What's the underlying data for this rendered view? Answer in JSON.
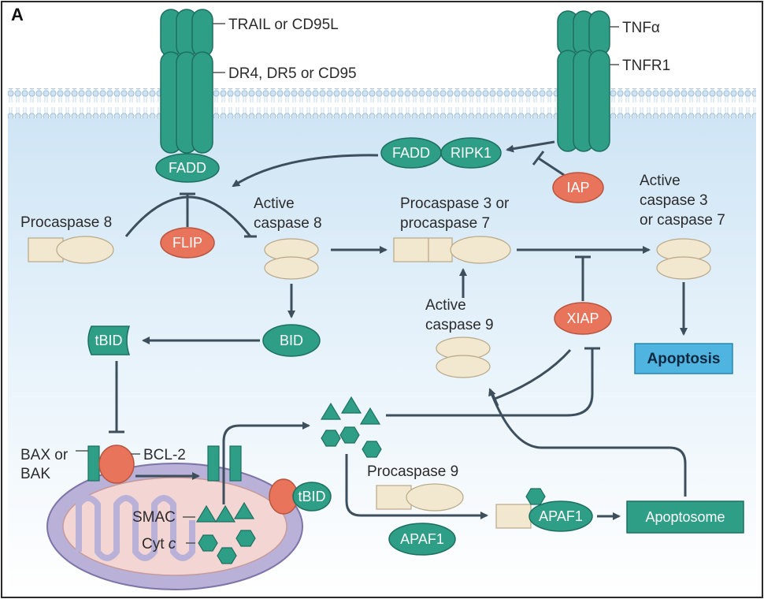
{
  "panel_label": "A",
  "ligands": {
    "left_ligand": "TRAIL or CD95L",
    "left_receptor": "DR4, DR5 or CD95",
    "right_ligand": "TNFα",
    "right_receptor": "TNFR1"
  },
  "nodes": {
    "fadd_left": "FADD",
    "fadd_right": "FADD",
    "ripk1": "RIPK1",
    "iap": "IAP",
    "flip": "FLIP",
    "xiap": "XIAP",
    "bid": "BID",
    "tbid_cytosol": "tBID",
    "tbid_mito": "tBID",
    "apaf1_free": "APAF1",
    "apaf1_bound": "APAF1",
    "apoptosome": "Apoptosome",
    "apoptosis": "Apoptosis"
  },
  "labels": {
    "procaspase8": "Procaspase 8",
    "active_caspase8_line1": "Active",
    "active_caspase8_line2": "caspase 8",
    "procaspase37_line1": "Procaspase 3 or",
    "procaspase37_line2": "procaspase 7",
    "active_caspase37_line1": "Active",
    "active_caspase37_line2": "caspase 3",
    "active_caspase37_line3": "or caspase 7",
    "active_caspase9_line1": "Active",
    "active_caspase9_line2": "caspase 9",
    "procaspase9": "Procaspase 9",
    "bax_line1": "BAX or",
    "bax_line2": "BAK",
    "bcl2": "BCL-2",
    "smac": "SMAC",
    "cytc_prefix": "Cyt ",
    "cytc_italic": "c"
  },
  "colors": {
    "teal": "#2e9e86",
    "teal_dark": "#1d6f60",
    "orange": "#e8745c",
    "beige": "#f2e7cf",
    "apoptosis_box": "#4fb4df",
    "mito_outer": "#b9b1d8",
    "mito_inner": "#f3d6d3",
    "membrane_head": "#bfd8ee",
    "cyto_top": "#d8eaf6",
    "cyto_bottom": "#ffffff"
  }
}
